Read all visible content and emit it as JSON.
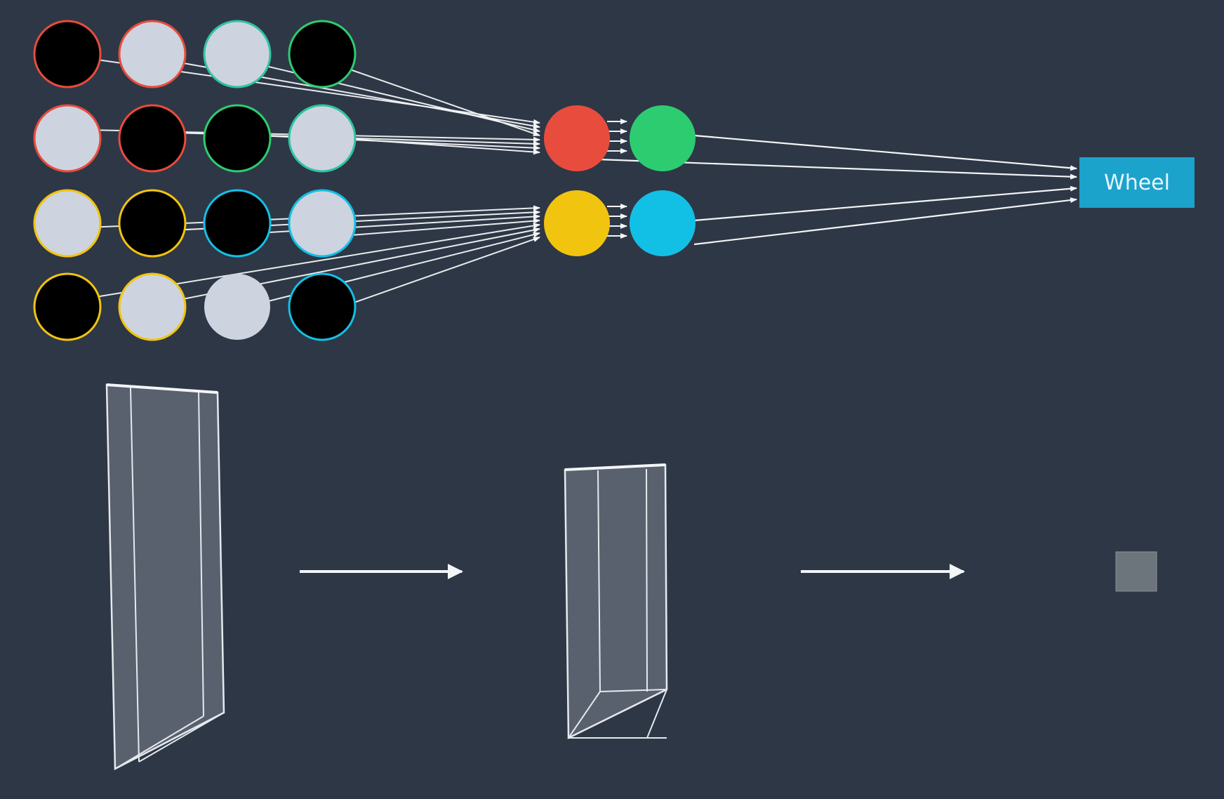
{
  "colors": {
    "background": "#2e3746",
    "light_node": "#cdd4df",
    "dark_node": "#000000",
    "red": "#e84c3d",
    "green": "#2ecc71",
    "yellow": "#f1c40f",
    "cyan": "#13c0e5",
    "teal_border": "#2ec4a0",
    "wheel_box": "#1ba3cc",
    "arrow": "#f3f5f7",
    "box_outline": "#e6e9ee",
    "box_fill": "#5e6672",
    "small_square": "#6c747c"
  },
  "input_grid": {
    "rows": [
      {
        "cells": [
          {
            "fill": "dark",
            "border": "red"
          },
          {
            "fill": "light",
            "border": "red"
          },
          {
            "fill": "light",
            "border": "teal"
          },
          {
            "fill": "dark",
            "border": "green"
          }
        ]
      },
      {
        "cells": [
          {
            "fill": "light",
            "border": "red"
          },
          {
            "fill": "dark",
            "border": "red"
          },
          {
            "fill": "dark",
            "border": "green"
          },
          {
            "fill": "light",
            "border": "teal"
          }
        ]
      },
      {
        "cells": [
          {
            "fill": "light",
            "border": "yellow"
          },
          {
            "fill": "dark",
            "border": "yellow"
          },
          {
            "fill": "dark",
            "border": "cyan"
          },
          {
            "fill": "light",
            "border": "cyan"
          }
        ]
      },
      {
        "cells": [
          {
            "fill": "dark",
            "border": "yellow"
          },
          {
            "fill": "light",
            "border": "yellow"
          },
          {
            "fill": "light",
            "border": "none"
          },
          {
            "fill": "dark",
            "border": "cyan"
          }
        ]
      }
    ]
  },
  "hidden_nodes": [
    {
      "color": "red"
    },
    {
      "color": "green"
    },
    {
      "color": "yellow"
    },
    {
      "color": "cyan"
    }
  ],
  "output": {
    "label": "Wheel"
  },
  "volume_stages": [
    "tall-slab",
    "medium-box",
    "small-square"
  ]
}
